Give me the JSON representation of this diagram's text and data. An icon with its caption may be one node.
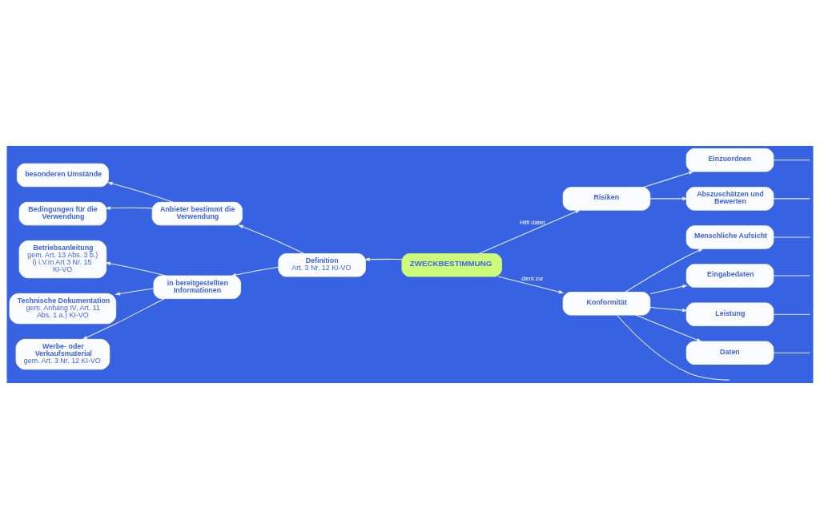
{
  "diagram": {
    "nodes": [
      {
        "text": [
          "ZWECKBESTIMMUNG"
        ]
      },
      {
        "text": [
          "Definition",
          "Art. 3 Nr. 12 KI-VO"
        ]
      },
      {
        "text": [
          "Anbieter bestimmt die Verwendung"
        ]
      },
      {
        "text": [
          "in bereitgestellten Informationen"
        ]
      },
      {
        "text": [
          "besonderen Umstände"
        ]
      },
      {
        "text": [
          "Bedingungen für die Verwendung"
        ]
      },
      {
        "text": [
          "Betriebsanleitung",
          "gem. Art. 13 Abs. 3 b.) i) i.V.m Art 3 Nr. 15 KI-VO"
        ]
      },
      {
        "text": [
          "Technische Dokumentation",
          "gem. Anhang IV, Art. 11 Abs. 1 a.) KI-VO"
        ]
      },
      {
        "text": [
          "Werbe- oder Verkaufsmaterial",
          "gem. Art. 3 Nr. 12 KI-VO"
        ]
      },
      {
        "text": [
          "Risiken"
        ]
      },
      {
        "text": [
          "Einzuordnen"
        ]
      },
      {
        "text": [
          "Abszuschätzen und Bewerten"
        ]
      },
      {
        "text": [
          "Konformität"
        ]
      },
      {
        "text": [
          "Menschliche Aufsicht"
        ]
      },
      {
        "text": [
          "Eingabedaten"
        ]
      },
      {
        "text": [
          "Leistung"
        ]
      },
      {
        "text": [
          "Daten"
        ]
      }
    ],
    "edges": [
      {
        "from": 0,
        "to": 1,
        "arrow": "to"
      },
      {
        "from": 1,
        "to": 2,
        "arrow": "to"
      },
      {
        "from": 2,
        "to": 4,
        "arrow": "to"
      },
      {
        "from": 2,
        "to": 5,
        "arrow": "to"
      },
      {
        "from": 1,
        "to": 3,
        "arrow": "to"
      },
      {
        "from": 3,
        "to": 6,
        "arrow": "to"
      },
      {
        "from": 3,
        "to": 7,
        "arrow": "to"
      },
      {
        "from": 3,
        "to": 8,
        "arrow": "to"
      },
      {
        "from": 0,
        "to": 9,
        "arrow": "to",
        "label": "Hilft dabei"
      },
      {
        "from": 9,
        "to": 10,
        "arrow": "to"
      },
      {
        "from": 9,
        "to": 11,
        "arrow": "to"
      },
      {
        "from": 10,
        "to": null,
        "arrow": "none"
      },
      {
        "from": 11,
        "to": null,
        "arrow": "none"
      },
      {
        "from": 0,
        "to": 12,
        "arrow": "to",
        "label": "dient zur"
      },
      {
        "from": 12,
        "to": 13,
        "arrow": "to"
      },
      {
        "from": 12,
        "to": 14,
        "arrow": "to"
      },
      {
        "from": 12,
        "to": 15,
        "arrow": "to"
      },
      {
        "from": 12,
        "to": 16,
        "arrow": "to"
      },
      {
        "from": 12,
        "to": null,
        "arrow": "none"
      },
      {
        "from": 13,
        "to": null,
        "arrow": "none"
      },
      {
        "from": 14,
        "to": null,
        "arrow": "none"
      },
      {
        "from": 15,
        "to": null,
        "arrow": "none"
      },
      {
        "from": 16,
        "to": null,
        "arrow": "none"
      }
    ]
  }
}
